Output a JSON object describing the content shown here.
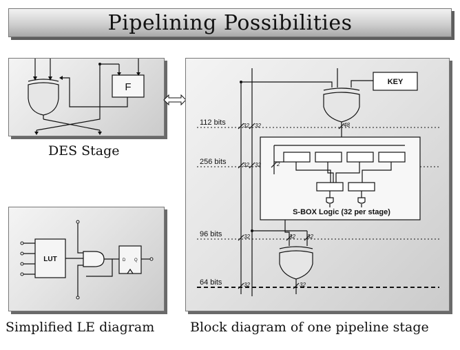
{
  "title": "Pipelining Possibilities",
  "des_stage": {
    "caption": "DES Stage",
    "f_label": "F"
  },
  "le_diagram": {
    "caption": "Simplified LE diagram",
    "lut_label": "LUT",
    "ff_d": "D",
    "ff_q": "Q"
  },
  "pipeline": {
    "caption": "Block diagram of one pipeline stage",
    "key_label": "KEY",
    "sbox_label": "S-BOX Logic (32 per stage)",
    "bits": [
      "112 bits",
      "256 bits",
      "96 bits",
      "64 bits"
    ],
    "bus": {
      "w32": "32",
      "w48": "48",
      "w2": "2"
    }
  }
}
